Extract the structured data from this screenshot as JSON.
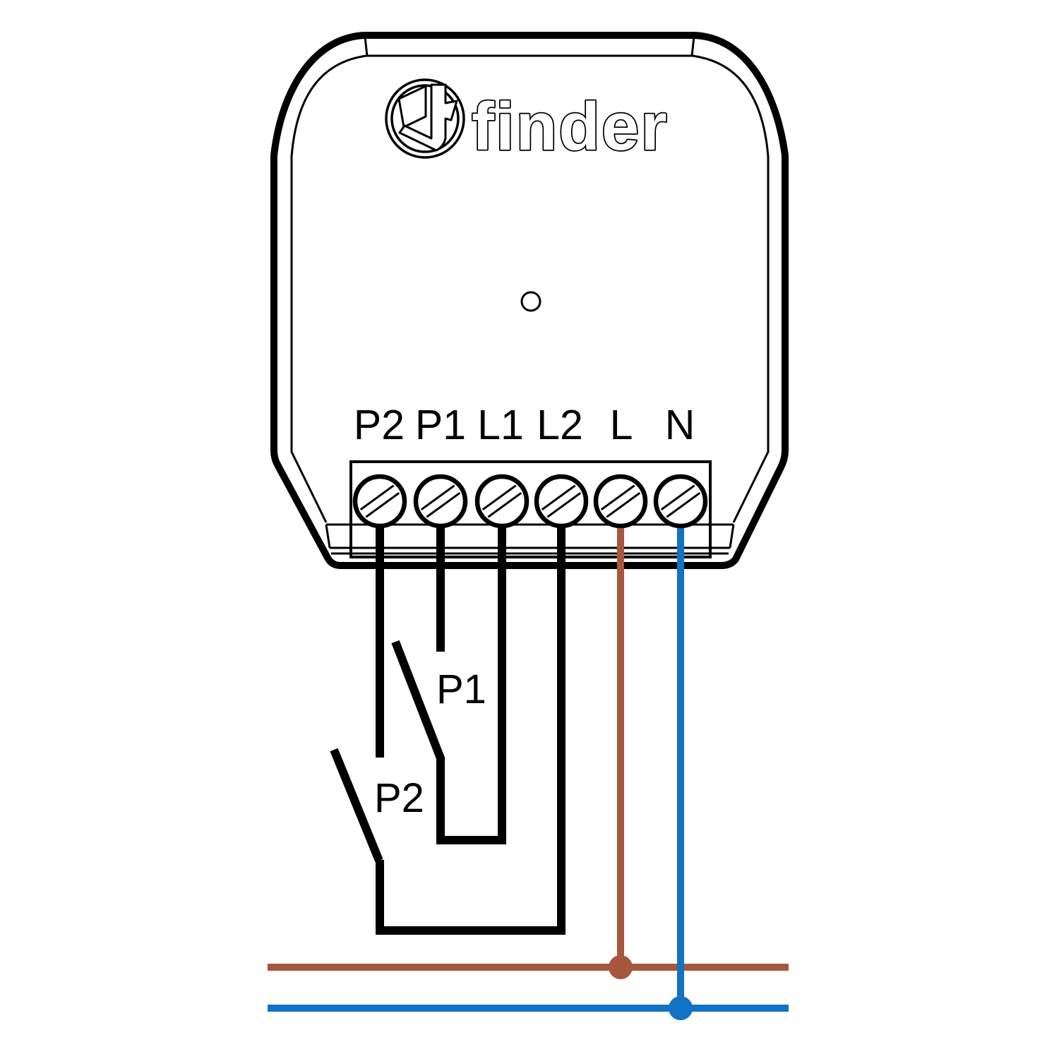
{
  "logo": {
    "brand": "finder"
  },
  "terminals": {
    "labels": [
      "P2",
      "P1",
      "L1",
      "L2",
      "L",
      "N"
    ]
  },
  "switches": {
    "p1": "P1",
    "p2": "P2"
  },
  "colors": {
    "black": "#000000",
    "brown": "#a6573e",
    "blue": "#1272c3",
    "background": "#ffffff"
  }
}
